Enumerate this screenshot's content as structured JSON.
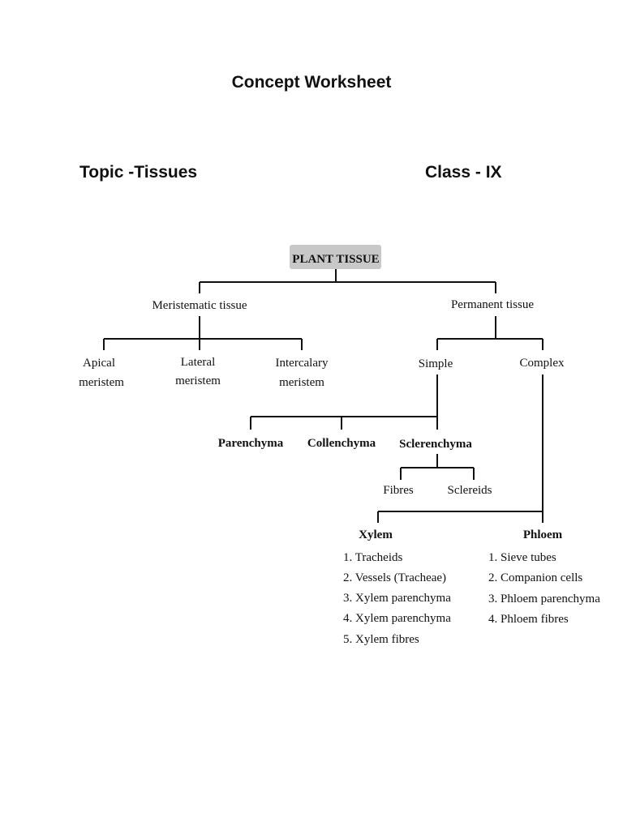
{
  "header": {
    "title": "Concept Worksheet",
    "topic": "Topic -Tissues",
    "class": "Class - IX"
  },
  "diagram": {
    "root": "PLANT TISSUE",
    "meristematic": {
      "label": "Meristematic tissue",
      "apical": [
        "Apical",
        "meristem"
      ],
      "lateral": [
        "Lateral",
        "meristem"
      ],
      "intercalary": [
        "Intercalary",
        "meristem"
      ]
    },
    "permanent": {
      "label": "Permanent tissue",
      "simple": {
        "label": "Simple",
        "parenchyma": "Parenchyma",
        "collenchyma": "Collenchyma",
        "sclerenchyma": "Sclerenchyma",
        "fibres": "Fibres",
        "sclereids": "Sclereids"
      },
      "complex": {
        "label": "Complex",
        "xylem": {
          "label": "Xylem",
          "items": [
            "1. Tracheids",
            "2. Vessels (Tracheae)",
            "3. Xylem parenchyma",
            "4. Xylem parenchyma",
            "5. Xylem fibres"
          ]
        },
        "phloem": {
          "label": "Phloem",
          "items": [
            "1. Sieve tubes",
            "2. Companion cells",
            "3. Phloem parenchyma",
            "4. Phloem fibres"
          ]
        }
      }
    }
  }
}
